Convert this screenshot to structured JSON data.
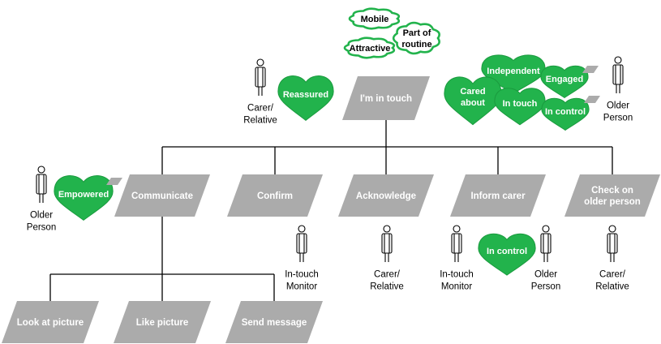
{
  "colors": {
    "task": "#ababab",
    "heart": "#22b34c",
    "heart_stroke": "#1a9a3e",
    "cloud_stroke": "#22b34c",
    "line": "#000000"
  },
  "goal": {
    "label": "I'm in touch"
  },
  "tasks": [
    {
      "label_lines": [
        "Communicate"
      ]
    },
    {
      "label_lines": [
        "Confirm"
      ]
    },
    {
      "label_lines": [
        "Acknowledge"
      ]
    },
    {
      "label_lines": [
        "Inform carer"
      ]
    },
    {
      "label_lines": [
        "Check on",
        "older person"
      ]
    }
  ],
  "subtasks": [
    {
      "label_lines": [
        "Look at picture"
      ]
    },
    {
      "label_lines": [
        "Like picture"
      ]
    },
    {
      "label_lines": [
        "Send message"
      ]
    }
  ],
  "clouds": [
    {
      "label_lines": [
        "Mobile"
      ]
    },
    {
      "label_lines": [
        "Attractive"
      ]
    },
    {
      "label_lines": [
        "Part of",
        "routine"
      ]
    }
  ],
  "hearts": [
    {
      "label_lines": [
        "Reassured"
      ]
    },
    {
      "label_lines": [
        "Independent"
      ]
    },
    {
      "label_lines": [
        "Cared",
        "about"
      ]
    },
    {
      "label_lines": [
        "Engaged"
      ]
    },
    {
      "label_lines": [
        "In touch"
      ]
    },
    {
      "label_lines": [
        "In control"
      ]
    },
    {
      "label_lines": [
        "Empowered"
      ]
    },
    {
      "label_lines": [
        "In control"
      ]
    }
  ],
  "actors": [
    {
      "label_lines": [
        "Carer/",
        "Relative"
      ]
    },
    {
      "label_lines": [
        "Older",
        "Person"
      ]
    },
    {
      "label_lines": [
        "Older",
        "Person"
      ]
    },
    {
      "label_lines": [
        "In-touch",
        "Monitor"
      ]
    },
    {
      "label_lines": [
        "Carer/",
        "Relative"
      ]
    },
    {
      "label_lines": [
        "In-touch",
        "Monitor"
      ]
    },
    {
      "label_lines": [
        "Older",
        "Person"
      ]
    },
    {
      "label_lines": [
        "Carer/",
        "Relative"
      ]
    }
  ]
}
